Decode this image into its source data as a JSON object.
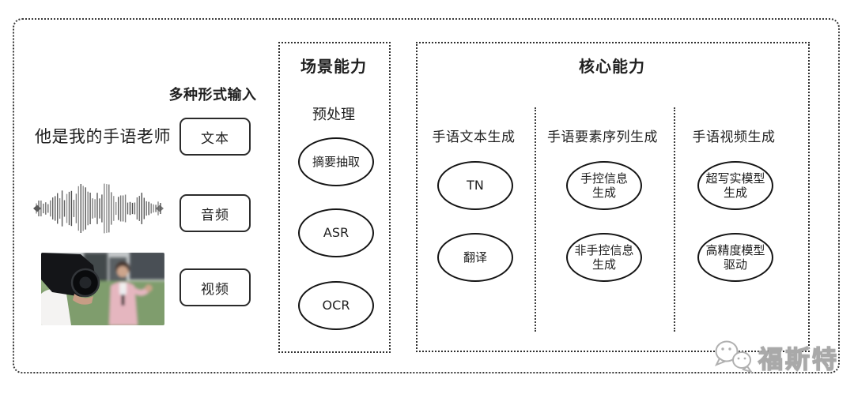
{
  "input_section": {
    "title": "多种形式输入",
    "sample_text": "他是我的手语老师",
    "items": [
      {
        "label": "文本"
      },
      {
        "label": "音频"
      },
      {
        "label": "视频"
      }
    ]
  },
  "scene_box": {
    "title": "场景能力",
    "subtitle": "预处理",
    "nodes": [
      "摘要抽取",
      "ASR",
      "OCR"
    ]
  },
  "core_box": {
    "title": "核心能力",
    "columns": [
      {
        "header": "手语文本生成",
        "nodes": [
          "TN",
          "翻译"
        ]
      },
      {
        "header": "手语要素序列生成",
        "nodes": [
          "手控信息\n生成",
          "非手控信息\n生成"
        ]
      },
      {
        "header": "手语视频生成",
        "nodes": [
          "超写实模型\n生成",
          "高精度模型\n驱动"
        ]
      }
    ]
  },
  "watermark": {
    "text": "福斯特"
  },
  "icons": {
    "waveform": "audio-waveform",
    "photo": "reporter-video-still",
    "logo": "chat-bubbles-logo"
  },
  "colors": {
    "line": "#2f2f2f",
    "text": "#1f1f1f",
    "watermark_gray": "#a9a9a9",
    "background": "#ffffff"
  }
}
